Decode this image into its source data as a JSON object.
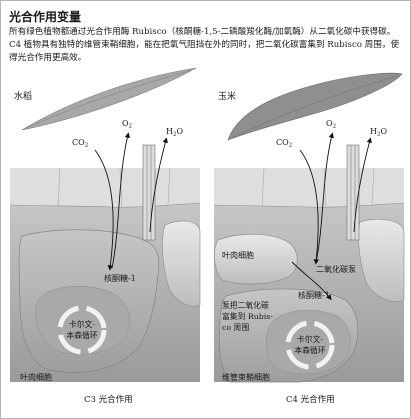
{
  "title": "光合作用变量",
  "intro": "所有绿色植物都通过光合作用酶 Rubisco（核酮糖-1,5-二磷酸羧化酶/加氧酶）从二氧化碳中获得碳。C4 植物具有独特的维管束鞘细胞，能在把氧气阻挡在外的同时，把二氧化碳富集到 Rubisco 周围，使得光合作用更高效。",
  "left": {
    "plant": "水稻",
    "co2": "CO",
    "co2_sub": "2",
    "o2": "O",
    "o2_sub": "2",
    "h2o_h": "H",
    "h2o_sub": "2",
    "h2o_o": "O",
    "enzyme": "核酮糖-1",
    "cycle": [
      "卡尔文-",
      "本森循环"
    ],
    "cell": "叶肉细胞",
    "caption": "C3 光合作用"
  },
  "right": {
    "plant": "玉米",
    "co2": "CO",
    "co2_sub": "2",
    "o2": "O",
    "o2_sub": "2",
    "h2o_h": "H",
    "h2o_sub": "2",
    "h2o_o": "O",
    "mesophyll": "叶肉细胞",
    "pump": "二氧化碳泵",
    "enzyme": "核酮糖-1",
    "concentrate": [
      "泵把二氧化碳",
      "富集到 Rubis-",
      "co 周围"
    ],
    "cycle": [
      "卡尔文-",
      "本森循环"
    ],
    "sheath": "维管束鞘细胞",
    "caption": "C4 光合作用"
  }
}
